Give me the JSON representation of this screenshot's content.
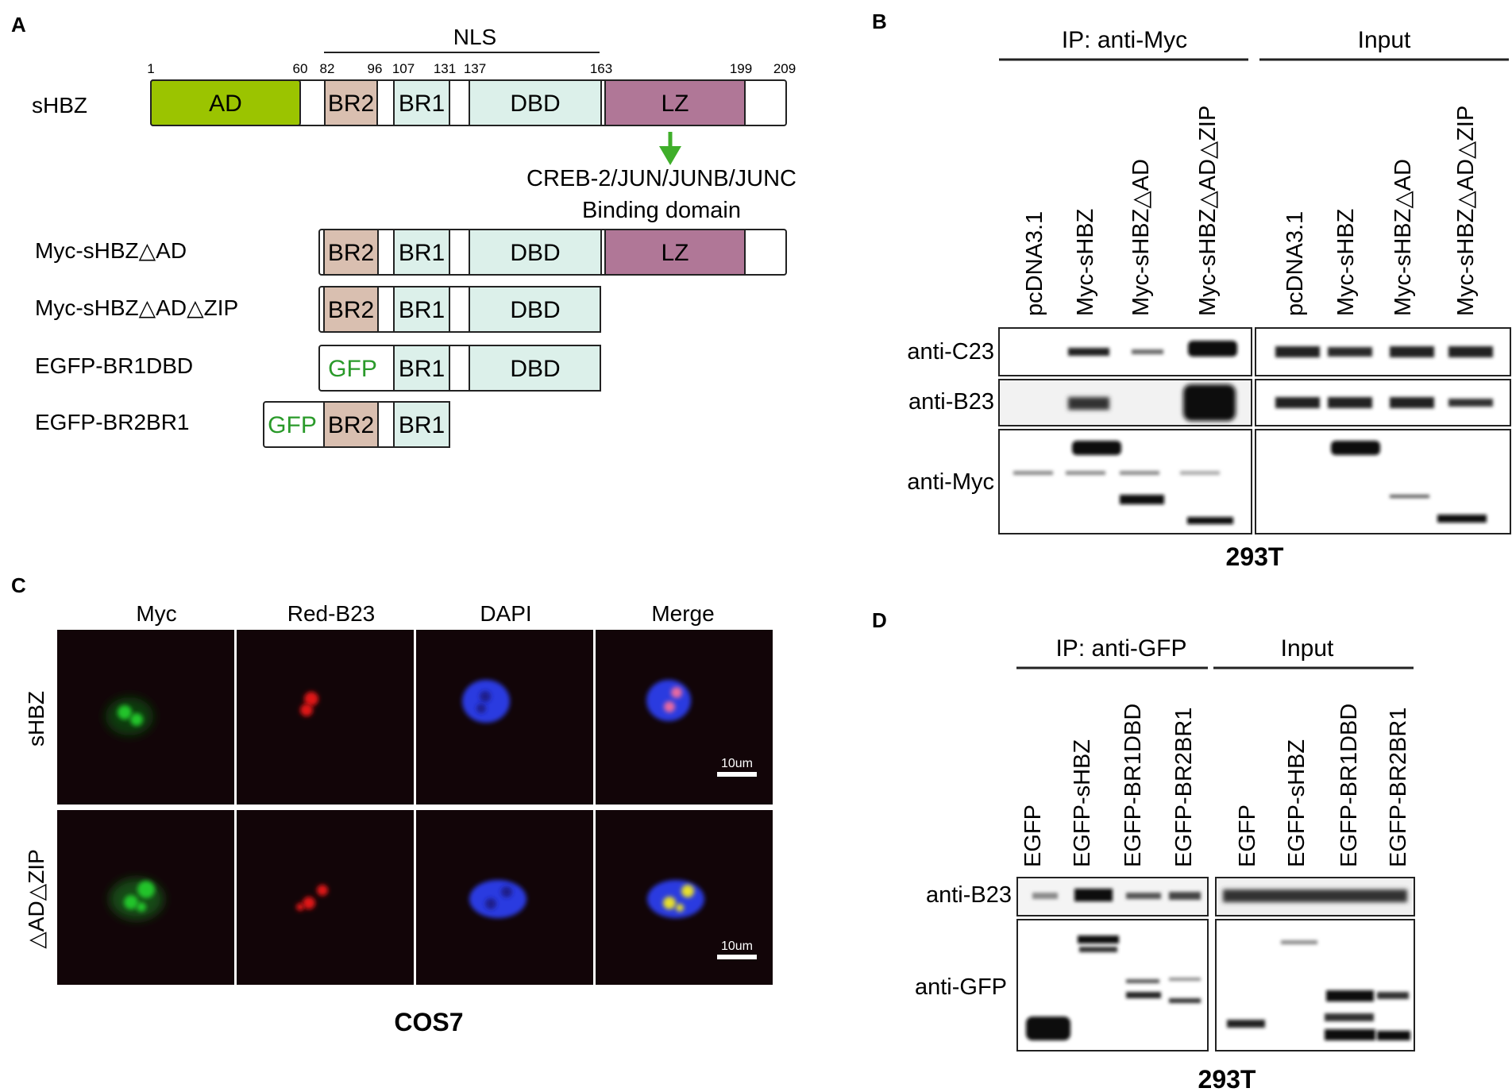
{
  "colors": {
    "ad": "#9bc400",
    "br2": "#d9bfb0",
    "br": "#dcf0ea",
    "lz": "#b07797",
    "gfp_text": "#2a9a2a",
    "arrow": "#3fae2a",
    "myc_channel": "#22c42a",
    "red_channel": "#e01818",
    "dapi_channel": "#2a3ae0",
    "merge_channel": "#e8e02a"
  },
  "panel_a": {
    "label": "A",
    "nls_label": "NLS",
    "positions": [
      "1",
      "60",
      "82",
      "96",
      "107",
      "131",
      "137",
      "163",
      "199",
      "209"
    ],
    "constructs": [
      {
        "name": "sHBZ",
        "domains": [
          "AD",
          "BR2",
          "BR1",
          "DBD",
          "LZ"
        ]
      },
      {
        "name": "Myc-sHBZ△AD",
        "domains": [
          "BR2",
          "BR1",
          "DBD",
          "LZ"
        ]
      },
      {
        "name": "Myc-sHBZ△AD△ZIP",
        "domains": [
          "BR2",
          "BR1",
          "DBD"
        ]
      },
      {
        "name": "EGFP-BR1DBD",
        "domains": [
          "GFP",
          "BR1",
          "DBD"
        ]
      },
      {
        "name": "EGFP-BR2BR1",
        "domains": [
          "GFP",
          "BR2",
          "BR1"
        ]
      }
    ],
    "binding_line1": "CREB-2/JUN/JUNB/JUNC",
    "binding_line2": "Binding domain"
  },
  "panel_b": {
    "label": "B",
    "ip_header": "IP: anti-Myc",
    "input_header": "Input",
    "lanes": [
      "pcDNA3.1",
      "Myc-sHBZ",
      "Myc-sHBZ△AD",
      "Myc-sHBZ△AD△ZIP"
    ],
    "blots": [
      "anti-C23",
      "anti-B23",
      "anti-Myc"
    ],
    "cell_line": "293T"
  },
  "panel_c": {
    "label": "C",
    "columns": [
      "Myc",
      "Red-B23",
      "DAPI",
      "Merge"
    ],
    "rows": [
      "sHBZ",
      "△AD△ZIP"
    ],
    "scale_bar": "10um",
    "cell_line": "COS7"
  },
  "panel_d": {
    "label": "D",
    "ip_header": "IP: anti-GFP",
    "input_header": "Input",
    "lanes": [
      "EGFP",
      "EGFP-sHBZ",
      "EGFP-BR1DBD",
      "EGFP-BR2BR1"
    ],
    "blots": [
      "anti-B23",
      "anti-GFP"
    ],
    "cell_line": "293T"
  }
}
